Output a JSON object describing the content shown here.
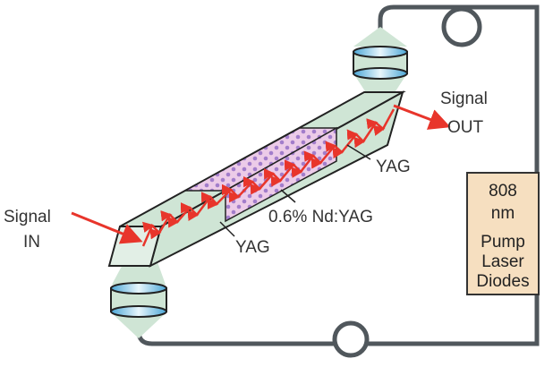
{
  "labels": {
    "signal_in": [
      "Signal",
      "IN"
    ],
    "signal_out": [
      "Signal",
      "OUT"
    ],
    "yag_left": "YAG",
    "yag_right": "YAG",
    "doped": "0.6% Nd:YAG",
    "pump_box": [
      "808",
      "nm",
      "Pump",
      "Laser",
      "Diodes"
    ]
  },
  "colors": {
    "fiber": "#50575c",
    "pump_glow": "#cfe5d5",
    "doped_fill": "#eccbe8",
    "dopant_dots": "#a27dcb",
    "signal": "#e8352b",
    "pump_box": "#f6dfc0"
  }
}
